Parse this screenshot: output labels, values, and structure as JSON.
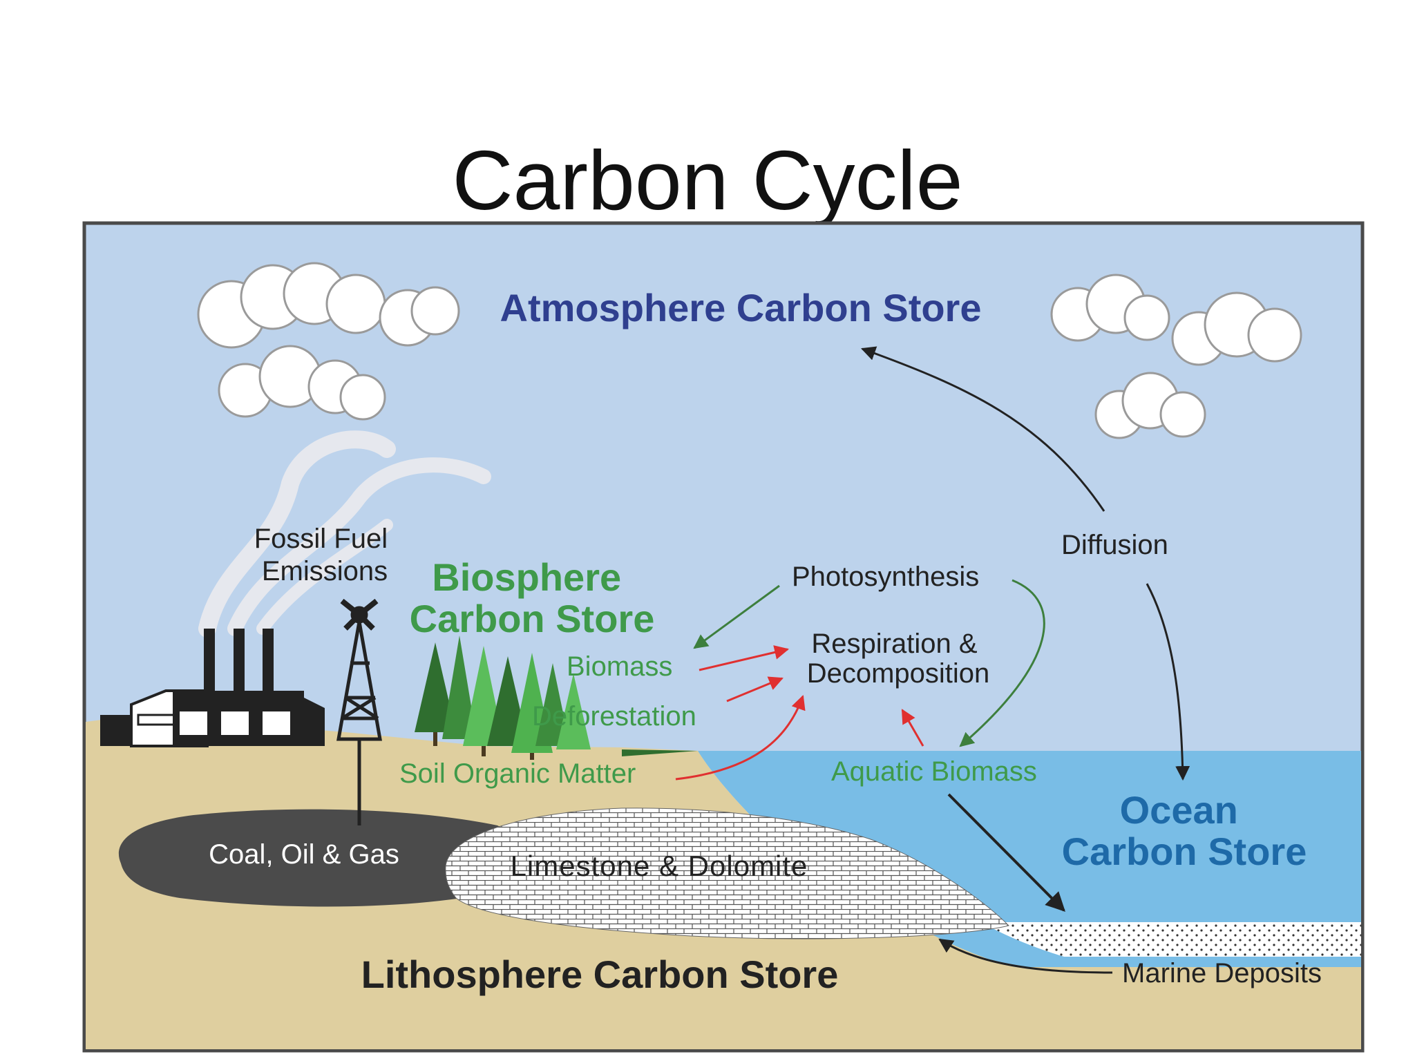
{
  "title": "Carbon Cycle",
  "labels": {
    "atmosphere": "Atmosphere Carbon Store",
    "fossil_fuel": [
      "Fossil Fuel",
      "Emissions"
    ],
    "biosphere": [
      "Biosphere",
      "Carbon Store"
    ],
    "biomass": "Biomass",
    "deforestation": "Deforestation",
    "soil_organic_matter": "Soil Organic Matter",
    "photosynthesis": "Photosynthesis",
    "respiration": [
      "Respiration &",
      "Decomposition"
    ],
    "diffusion": "Diffusion",
    "aquatic_biomass": "Aquatic Biomass",
    "ocean": [
      "Ocean",
      "Carbon Store"
    ],
    "coal_oil_gas": "Coal, Oil & Gas",
    "limestone": "Limestone & Dolomite",
    "lithosphere": "Lithosphere Carbon Store",
    "marine_deposits": "Marine Deposits"
  },
  "colors": {
    "sky": "#bdd3ec",
    "ocean": "#79bde6",
    "ground": "#dfcf9f",
    "atmosphere_text": "#2f3f8f",
    "biosphere_text": "#3f9a4a",
    "ocean_text": "#1e6aa8",
    "black_arrow": "#222222",
    "green_arrow": "#3d7f3d",
    "red_arrow": "#e03030",
    "fossil_pool": "#4b4b4b"
  }
}
